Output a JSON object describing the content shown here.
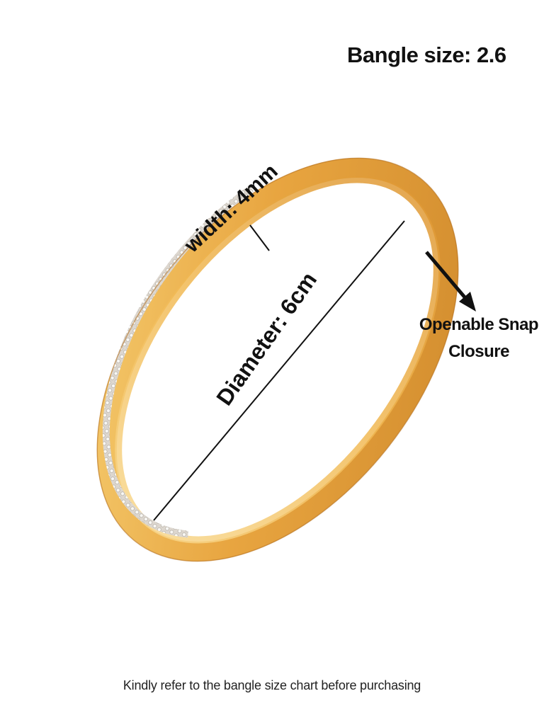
{
  "header": {
    "bangle_size": "Bangle size: 2.6"
  },
  "dimensions": {
    "width": "width: 4mm",
    "diameter": "Diameter: 6cm"
  },
  "closure": {
    "line1": "Openable Snap",
    "line2": "Closure"
  },
  "footer": {
    "note": "Kindly refer to the bangle size chart before purchasing"
  },
  "colors": {
    "gold_light": "#f4c35a",
    "gold_mid": "#e4a13a",
    "gold_dark": "#c9852a",
    "stone": "#ece9e4",
    "text": "#111111"
  }
}
